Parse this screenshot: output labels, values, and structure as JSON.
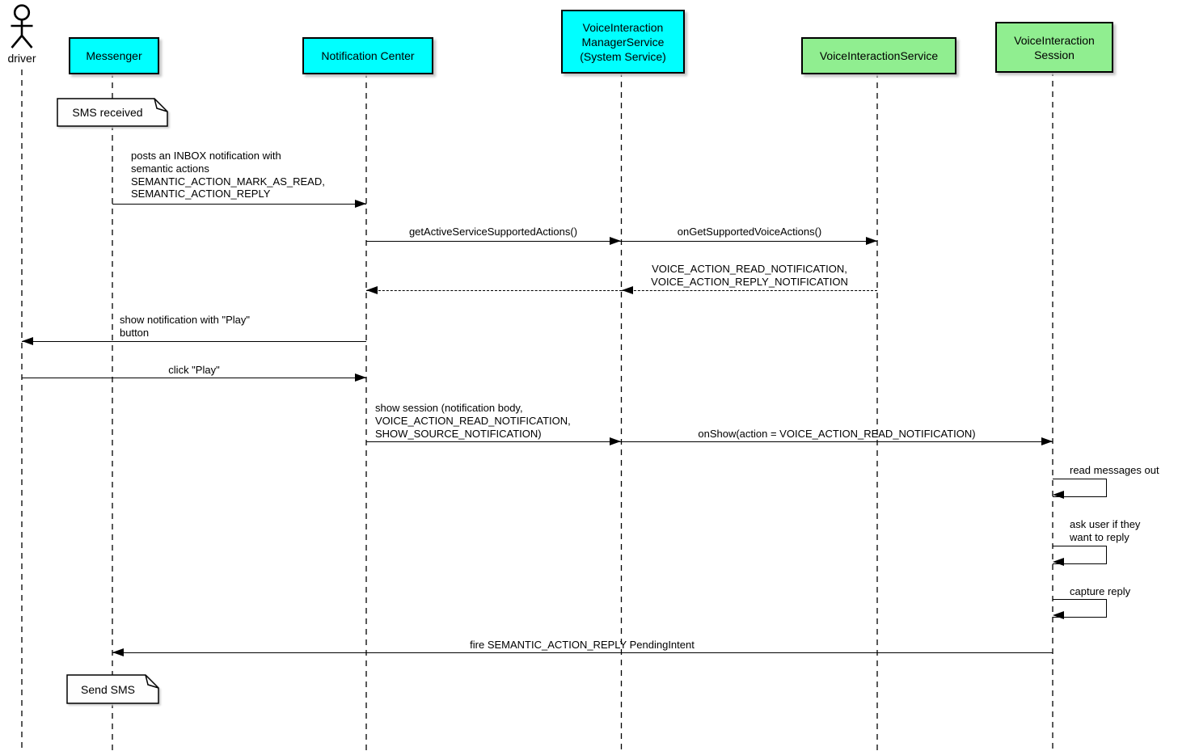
{
  "diagram_type": "uml-sequence",
  "colors": {
    "system_participant_fill": "#00FFFF",
    "voice_participant_fill": "#90EE90",
    "border": "#000000",
    "note_fill": "#FEFEFE",
    "background": "#FFFFFF"
  },
  "actors": [
    {
      "id": "driver",
      "label": "driver",
      "kind": "actor"
    },
    {
      "id": "messenger",
      "label": "Messenger",
      "kind": "participant",
      "fill": "#00FFFF"
    },
    {
      "id": "notification-center",
      "label": "Notification Center",
      "kind": "participant",
      "fill": "#00FFFF"
    },
    {
      "id": "voice-interaction-manager-service",
      "label": "VoiceInteraction\nManagerService\n(System Service)",
      "kind": "participant",
      "fill": "#00FFFF"
    },
    {
      "id": "voice-interaction-service",
      "label": "VoiceInteractionService",
      "kind": "participant",
      "fill": "#90EE90"
    },
    {
      "id": "voice-interaction-session",
      "label": "VoiceInteraction\nSession",
      "kind": "participant",
      "fill": "#90EE90"
    }
  ],
  "notes": [
    {
      "text": "SMS received",
      "attached_to": "messenger"
    },
    {
      "text": "Send SMS",
      "attached_to": "messenger"
    }
  ],
  "messages": [
    {
      "from": "messenger",
      "to": "notification-center",
      "style": "solid",
      "label": "posts an INBOX notification with\nsemantic actions\nSEMANTIC_ACTION_MARK_AS_READ,\nSEMANTIC_ACTION_REPLY"
    },
    {
      "from": "notification-center",
      "to": "voice-interaction-manager-service",
      "style": "solid",
      "label": "getActiveServiceSupportedActions()"
    },
    {
      "from": "voice-interaction-manager-service",
      "to": "voice-interaction-service",
      "style": "solid",
      "label": "onGetSupportedVoiceActions()"
    },
    {
      "from": "voice-interaction-service",
      "to": "voice-interaction-manager-service",
      "style": "dashed-return",
      "label": "VOICE_ACTION_READ_NOTIFICATION,\nVOICE_ACTION_REPLY_NOTIFICATION"
    },
    {
      "from": "voice-interaction-manager-service",
      "to": "notification-center",
      "style": "dashed-return",
      "label": ""
    },
    {
      "from": "notification-center",
      "to": "driver",
      "style": "solid",
      "label": "show notification with \"Play\"\nbutton"
    },
    {
      "from": "driver",
      "to": "notification-center",
      "style": "solid",
      "label": "click \"Play\""
    },
    {
      "from": "notification-center",
      "to": "voice-interaction-manager-service",
      "style": "solid",
      "label": "show session (notification body,\nVOICE_ACTION_READ_NOTIFICATION,\nSHOW_SOURCE_NOTIFICATION)"
    },
    {
      "from": "voice-interaction-manager-service",
      "to": "voice-interaction-session",
      "style": "solid",
      "label": "onShow(action = VOICE_ACTION_READ_NOTIFICATION)"
    },
    {
      "from": "voice-interaction-session",
      "to": "voice-interaction-session",
      "style": "self",
      "label": "read messages out"
    },
    {
      "from": "voice-interaction-session",
      "to": "voice-interaction-session",
      "style": "self",
      "label": "ask user if they\nwant to reply"
    },
    {
      "from": "voice-interaction-session",
      "to": "voice-interaction-session",
      "style": "self",
      "label": "capture reply"
    },
    {
      "from": "voice-interaction-session",
      "to": "messenger",
      "style": "solid",
      "label": "fire SEMANTIC_ACTION_REPLY PendingIntent"
    }
  ]
}
